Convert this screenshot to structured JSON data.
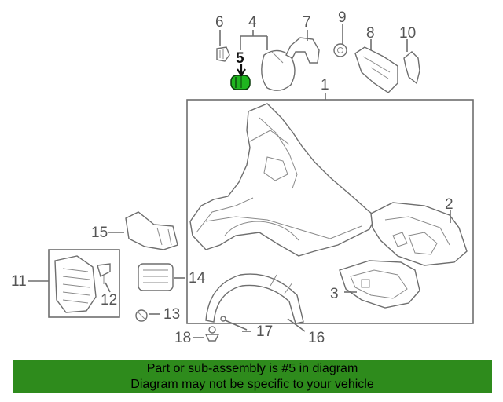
{
  "callouts": {
    "c1": "1",
    "c2": "2",
    "c3": "3",
    "c4": "4",
    "c5": "5",
    "c6": "6",
    "c7": "7",
    "c8": "8",
    "c9": "9",
    "c10": "10",
    "c11": "11",
    "c12": "12",
    "c13": "13",
    "c14": "14",
    "c15": "15",
    "c16": "16",
    "c17": "17",
    "c18": "18"
  },
  "highlight": {
    "part_number": "5",
    "color": "#1fb51f"
  },
  "banner": {
    "line1": "Part or sub-assembly is #5 in diagram",
    "line2": "Diagram may not be specific to your vehicle",
    "background": "#2e8b1c"
  }
}
